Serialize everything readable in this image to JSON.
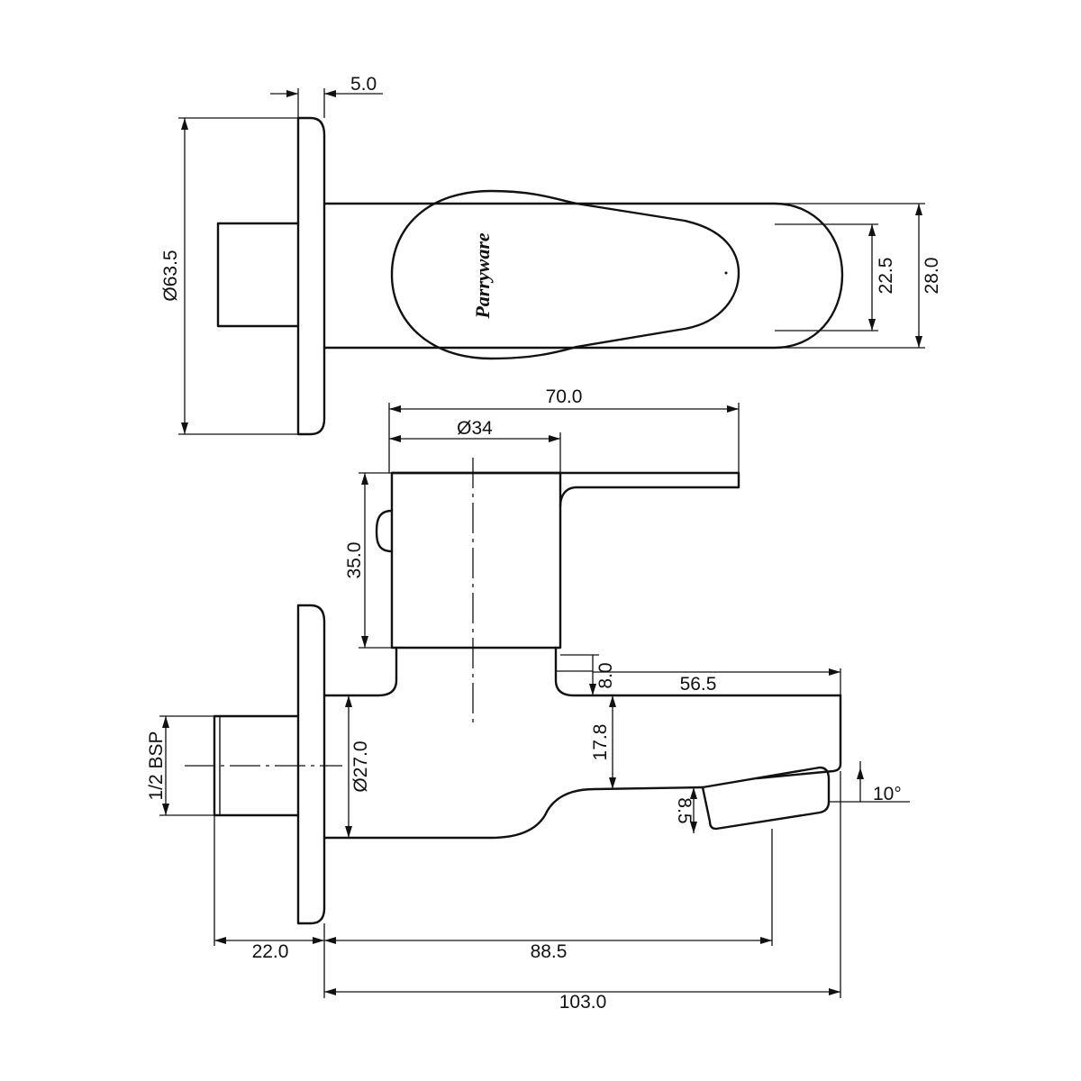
{
  "dimensions": {
    "flange_thickness": "5.0",
    "flange_diameter": "Ø63.5",
    "lever_inner_width": "22.5",
    "lever_outer_width": "28.0",
    "overall_lever_length": "70.0",
    "body_diameter": "Ø34",
    "body_height": "35.0",
    "neck_gap": "8.0",
    "spout_top_length": "56.5",
    "spout_height": "17.8",
    "inlet_diameter": "Ø27.0",
    "thread_size": "1/2 BSP",
    "outlet_height": "8.5",
    "outlet_angle": "10°",
    "thread_length": "22.0",
    "outlet_reach": "88.5",
    "overall_length": "103.0"
  },
  "brand": {
    "logo_text": "Parryware"
  }
}
